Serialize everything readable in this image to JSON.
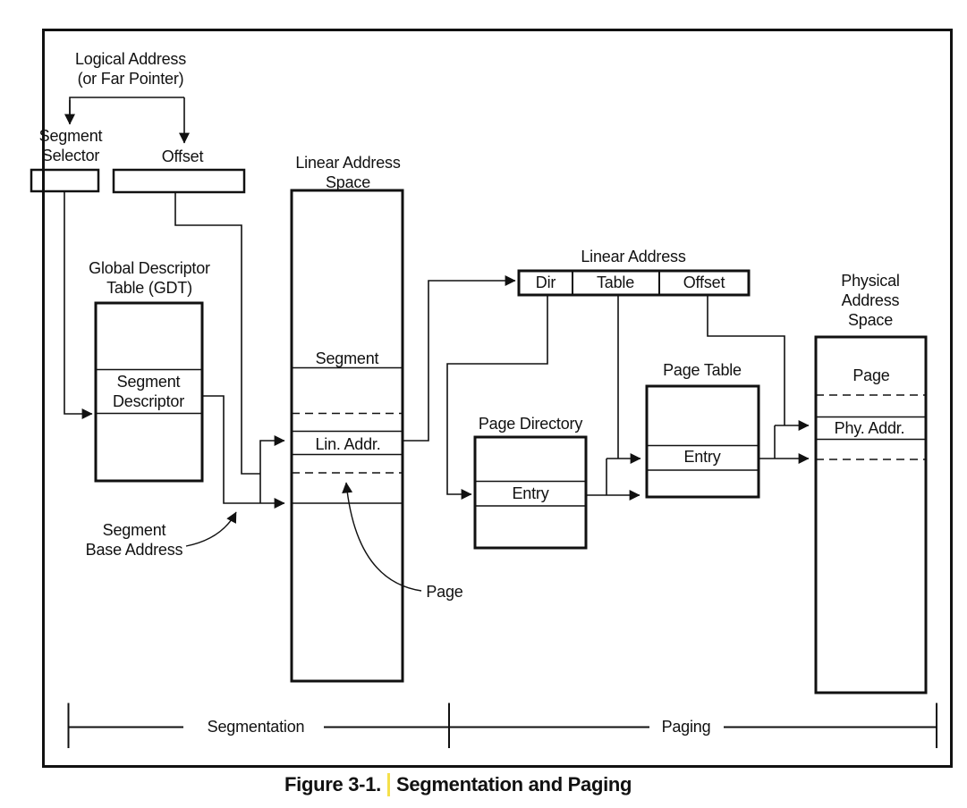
{
  "figure": {
    "caption_prefix": "Figure 3-1.",
    "caption_title": "Segmentation and Paging"
  },
  "labels": {
    "logical_address": "Logical Address\n(or Far Pointer)",
    "segment_selector": "Segment\nSelector",
    "offset_top": "Offset",
    "gdt_title": "Global Descriptor\nTable (GDT)",
    "segment_descriptor": "Segment\nDescriptor",
    "linear_address_space": "Linear Address\nSpace",
    "segment_row": "Segment",
    "lin_addr_row": "Lin. Addr.",
    "segment_base_address": "Segment\nBase Address",
    "page_callout": "Page",
    "linear_address": "Linear Address",
    "field_dir": "Dir",
    "field_table": "Table",
    "field_offset": "Offset",
    "page_directory": "Page Directory",
    "pd_entry": "Entry",
    "page_table": "Page Table",
    "pt_entry": "Entry",
    "physical_address_space": "Physical\nAddress\nSpace",
    "page_row": "Page",
    "phy_addr_row": "Phy. Addr.",
    "bracket_segmentation": "Segmentation",
    "bracket_paging": "Paging"
  },
  "colors": {
    "line": "#111111",
    "background": "#ffffff",
    "highlight_mark": "#f5e04a"
  }
}
